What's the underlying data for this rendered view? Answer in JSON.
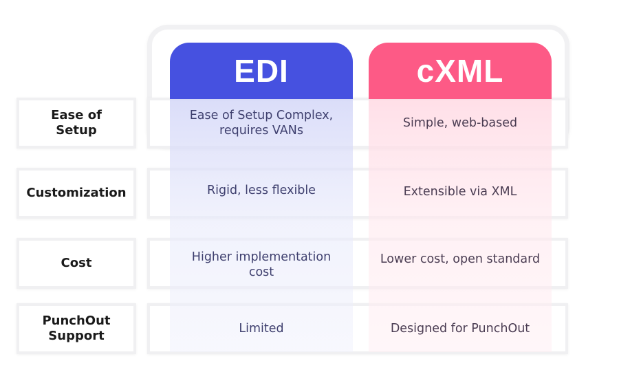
{
  "columns": {
    "edi": {
      "title": "EDI",
      "color": "#4651e0"
    },
    "cxml": {
      "title": "cXML",
      "color": "#fd5a86"
    }
  },
  "rows": [
    {
      "label": "Ease of\nSetup",
      "edi": "Ease of Setup Complex,\nrequires VANs",
      "cxml": "Simple, web-based"
    },
    {
      "label": "Customization",
      "edi": "Rigid, less flexible",
      "cxml": "Extensible via XML"
    },
    {
      "label": "Cost",
      "edi": "Higher implementation\ncost",
      "cxml": "Lower cost, open standard"
    },
    {
      "label": "PunchOut\nSupport",
      "edi": "Limited",
      "cxml": "Designed for PunchOut"
    }
  ]
}
